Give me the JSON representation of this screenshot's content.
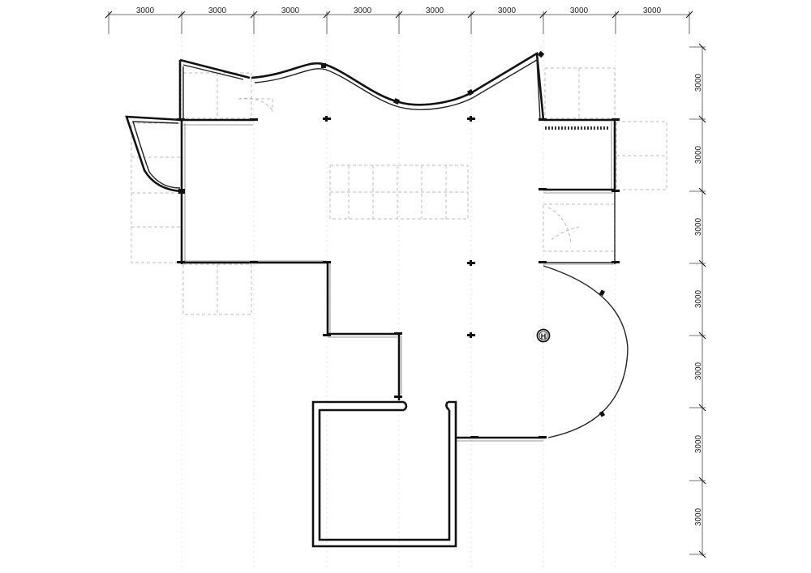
{
  "dimensions": {
    "top": [
      "3000",
      "3000",
      "3000",
      "3000",
      "3000",
      "3000",
      "3000",
      "3000"
    ],
    "right": [
      "3000",
      "3000",
      "3000",
      "3000",
      "3000",
      "3000",
      "3000"
    ]
  },
  "symbols": {
    "marker_letter": "H"
  },
  "colors": {
    "wall": "#111111",
    "dashed": "#bbbbbb",
    "grid": "#d8d8d8"
  }
}
